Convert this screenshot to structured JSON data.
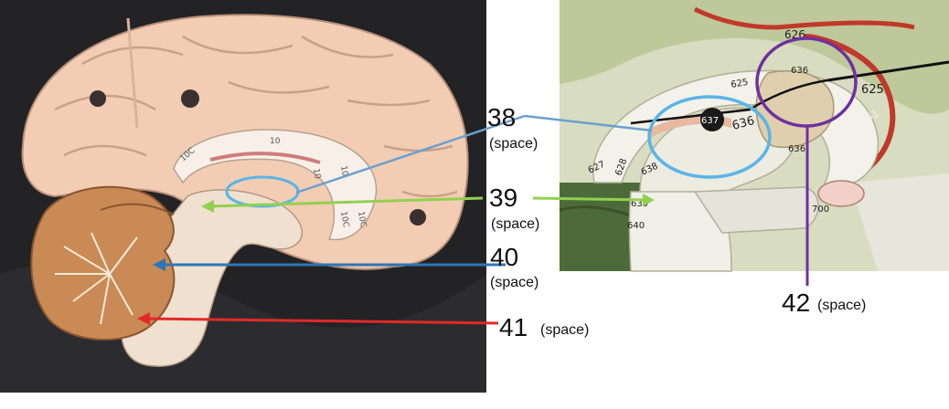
{
  "colors": {
    "pointer_38": "#6aa0cf",
    "pointer_39": "#92d050",
    "pointer_40": "#2e75b6",
    "pointer_41": "#e32929",
    "pointer_42": "#7030a0",
    "circle_left": "#5ab4e8",
    "circle_right_blue": "#5ab4e8",
    "circle_right_purple": "#7030a0"
  },
  "labels": [
    {
      "id": "38",
      "number": "38",
      "blank": "(space)"
    },
    {
      "id": "39",
      "number": "39",
      "blank": "(space)"
    },
    {
      "id": "40",
      "number": "40",
      "blank": "(space)"
    },
    {
      "id": "41",
      "number": "41",
      "blank": "(space)"
    },
    {
      "id": "42",
      "number": "42",
      "blank": "(space)"
    }
  ],
  "model_tags": {
    "left": [
      "10C",
      "10",
      "10",
      "10",
      "10C",
      "10C"
    ],
    "right": [
      "626",
      "636",
      "625",
      "625",
      "251",
      "637",
      "636",
      "636",
      "627",
      "628",
      "638",
      "639",
      "640",
      "700"
    ]
  }
}
